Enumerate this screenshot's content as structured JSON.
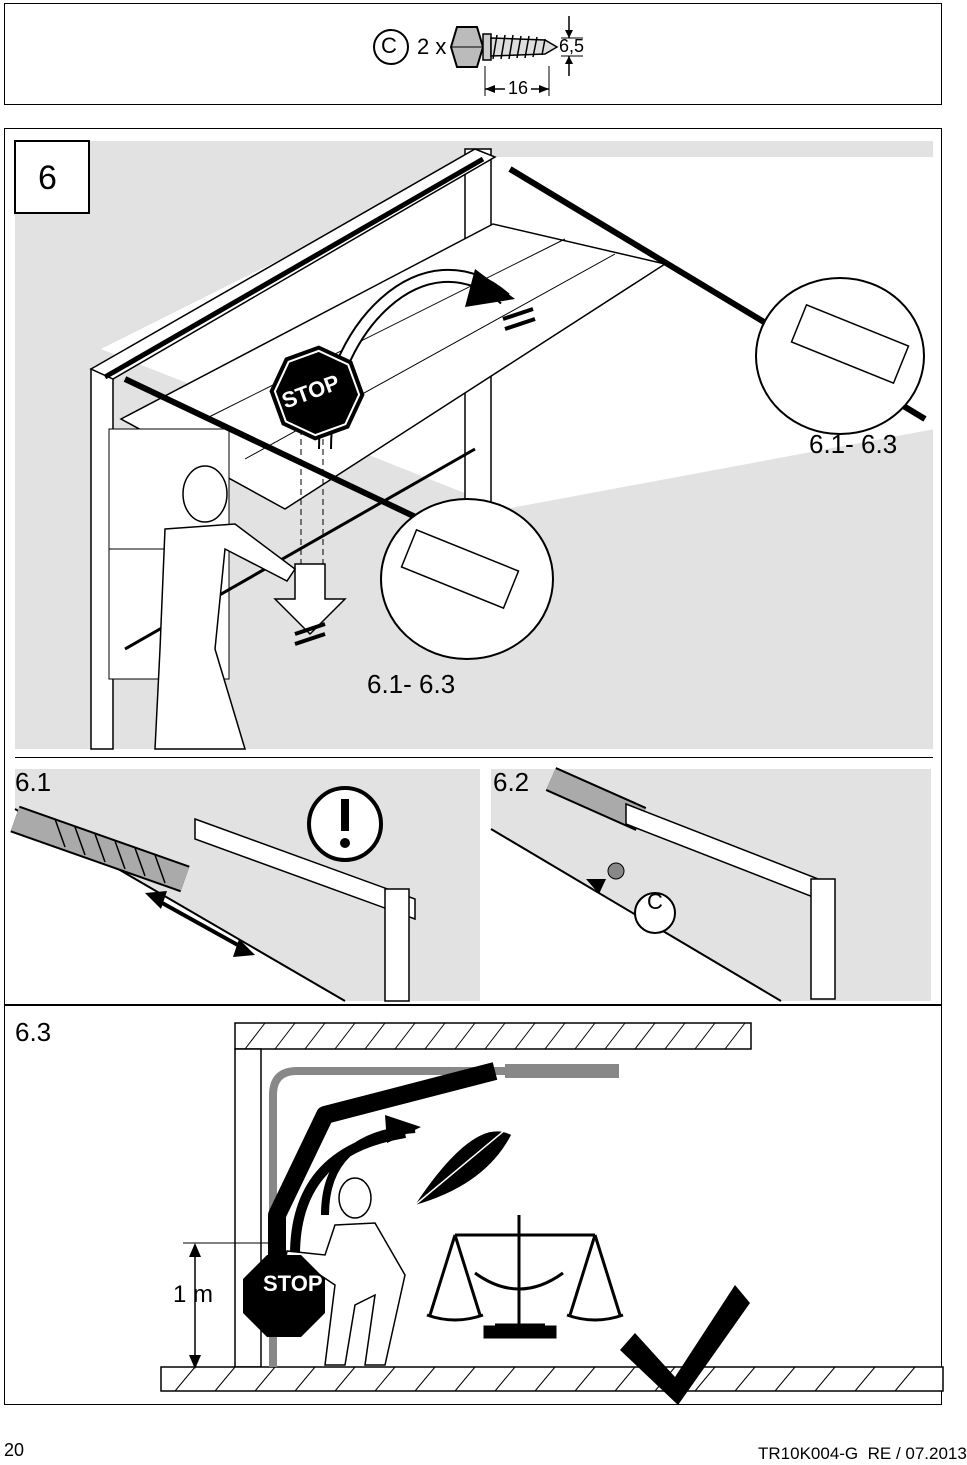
{
  "header": {
    "part_letter": "C",
    "quantity": "2 x",
    "thread_size": "6,5",
    "length": "16"
  },
  "step": {
    "number": "6",
    "main_caption_right": "6.1- 6.3",
    "main_caption_bottom": "6.1- 6.3",
    "stop_text": "STOP"
  },
  "substeps": {
    "s1_label": "6.1",
    "s2_label": "6.2",
    "s2_part_letter": "C",
    "s3_label": "6.3",
    "s3_height": "1 m",
    "s3_stop_text": "STOP"
  },
  "footer": {
    "page_number": "20",
    "doc_code": "TR10K004-G  RE / 07.2013"
  },
  "colors": {
    "panel_gray": "#e2e2e2",
    "line": "#000000"
  }
}
